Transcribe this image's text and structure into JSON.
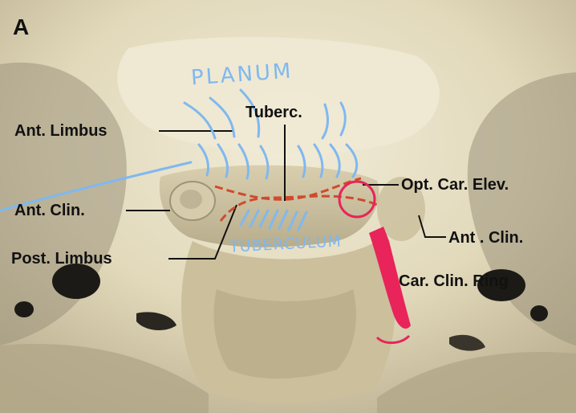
{
  "figure": {
    "panel_letter": "A",
    "labels": {
      "tuberc": "Tuberc.",
      "ant_limbus": "Ant. Limbus",
      "ant_clin_left": "Ant. Clin.",
      "post_limbus": "Post. Limbus",
      "opt_car_elev": "Opt. Car. Elev.",
      "ant_clin_right": "Ant . Clin.",
      "car_clin_ring": "Car. Clin. Ring"
    },
    "handwritten": {
      "planum": "PLANUM",
      "tuberculum": "TUBERCULUM"
    },
    "colors": {
      "bone": "#e4dcc0",
      "bone_shadow": "#8c8470",
      "blue_ink": "#7fb8f0",
      "red_dash": "#cf4b2e",
      "pink_ink": "#e8245a",
      "label_text": "#111111"
    }
  }
}
